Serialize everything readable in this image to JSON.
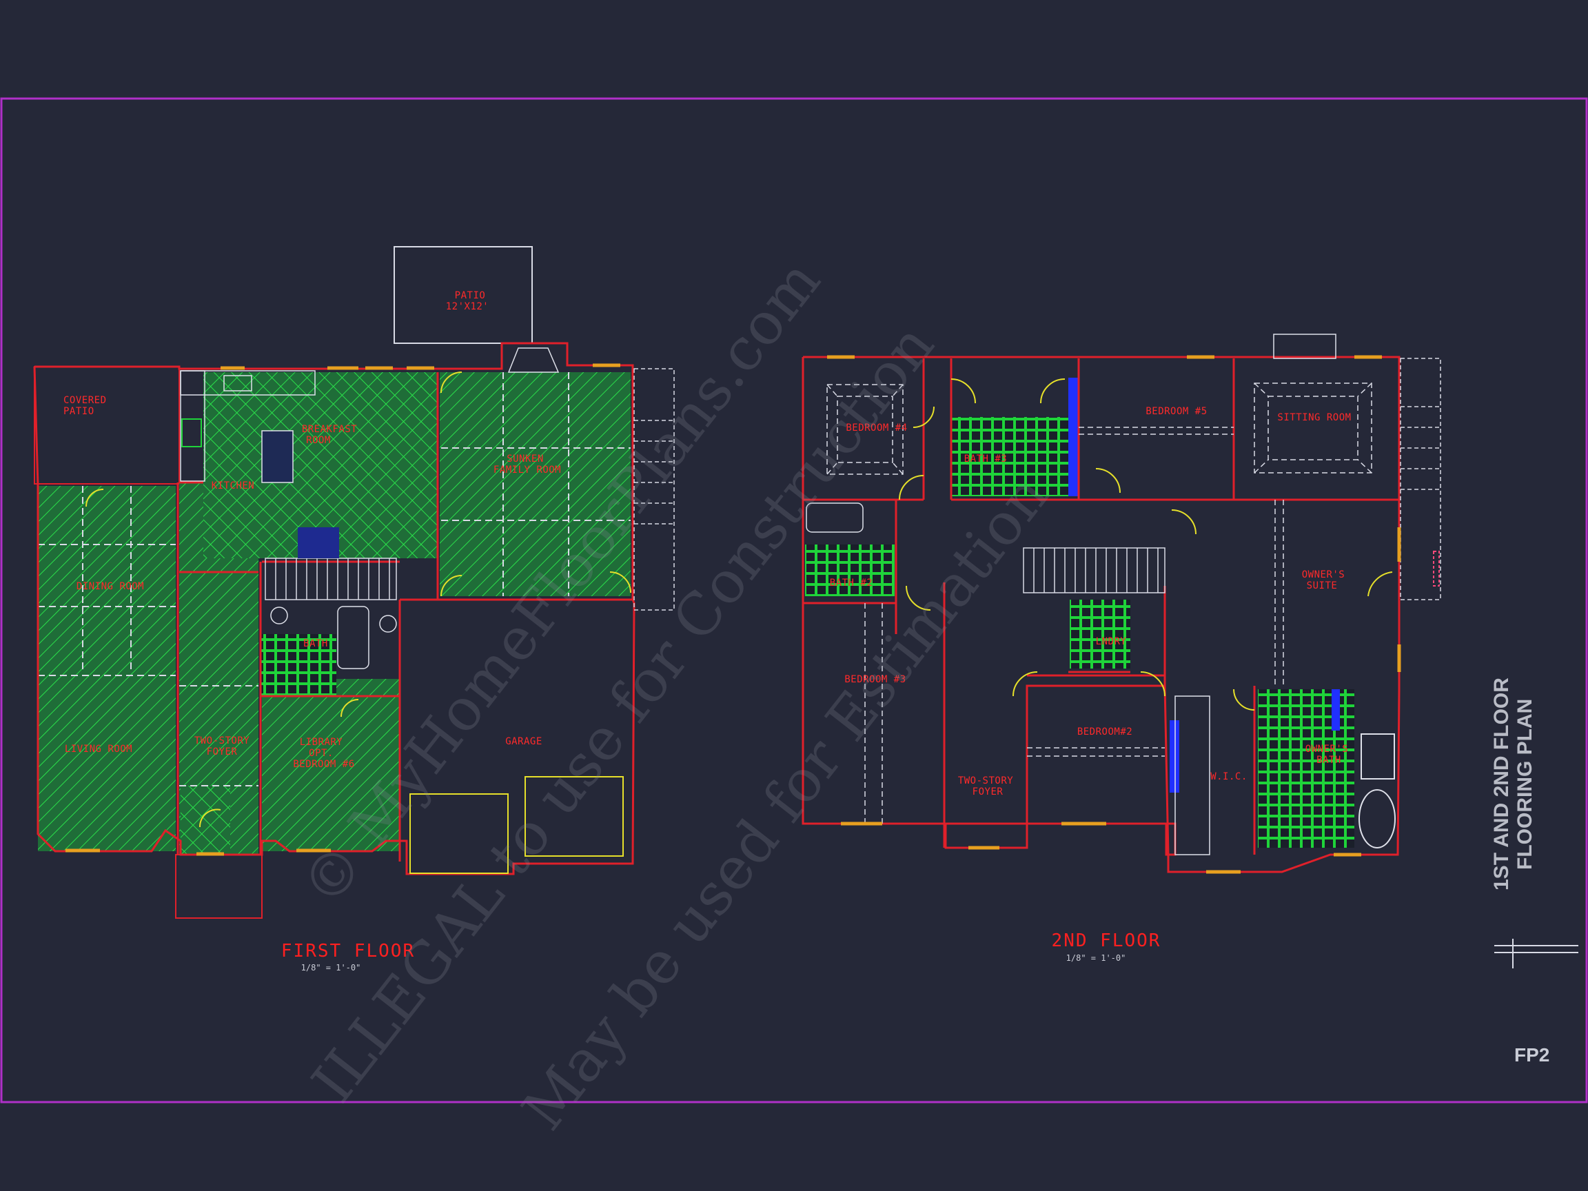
{
  "sheet": {
    "number": "FP2",
    "side_title_line1": "1ST AND 2ND FLOOR",
    "side_title_line2": "FLOORING PLAN"
  },
  "watermark": {
    "line1": "© MyHomeFloorPlans.com",
    "line2": "ILLEGAL to use for Construction",
    "line3": "May be used for Estimation"
  },
  "first_floor": {
    "title": "FIRST FLOOR",
    "scale": "1/8\" = 1'-0\"",
    "rooms": {
      "patio": "PATIO",
      "patio_size": "12'X12'",
      "covered_patio_1": "COVERED",
      "covered_patio_2": "PATIO",
      "breakfast_1": "BREAKFAST",
      "breakfast_2": "ROOM",
      "kitchen": "KITCHEN",
      "family_1": "SUNKEN",
      "family_2": "FAMILY ROOM",
      "dining": "DINING ROOM",
      "bath": "BATH",
      "living": "LIVING ROOM",
      "foyer_1": "TWO-STORY",
      "foyer_2": "FOYER",
      "library_1": "LIBRARY",
      "library_2": "OPT.",
      "library_3": "BEDROOM #6",
      "garage": "GARAGE"
    }
  },
  "second_floor": {
    "title": "2ND FLOOR",
    "scale": "1/8\" = 1'-0\"",
    "rooms": {
      "bedroom4": "BEDROOM #4",
      "bath3": "BATH #3",
      "bedroom5": "BEDROOM #5",
      "sitting": "SITTING ROOM",
      "bath2": "BATH #2",
      "owners_suite_1": "OWNER'S",
      "owners_suite_2": "SUITE",
      "bedroom3": "BEDROOM #3",
      "laundry": "LNDRY",
      "bedroom2": "BEDROOM#2",
      "foyer_1": "TWO-STORY",
      "foyer_2": "FOYER",
      "wic": "W.I.C.",
      "owners_bath_1": "OWNER'S",
      "owners_bath_2": "BATH"
    }
  },
  "colors": {
    "background": "#252838",
    "wall": "#e0202a",
    "border": "#b030c8",
    "tile_green": "#1fd43a",
    "hatch_green": "#1e7a3c",
    "dash": "#d9dbe6",
    "window": "#e8a020",
    "fixture": "#dfe1ea",
    "door_swing": "#e6e02a",
    "glass_blue": "#2030ff"
  }
}
